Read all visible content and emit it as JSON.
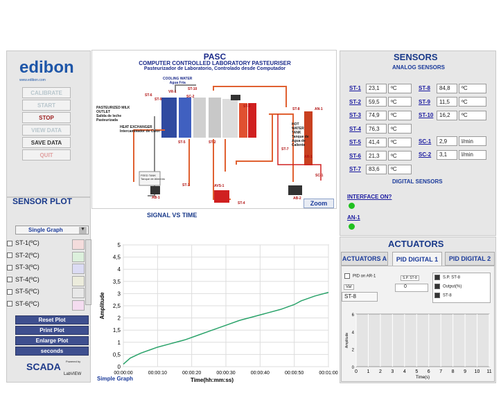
{
  "app": {
    "code": "PASC",
    "title": "COMPUTER CONTROLLED LABORATORY PASTEURISER",
    "subtitle": "Pasteurizador de Laboratorio, Controlado desde Computador",
    "logo": "edibon",
    "website": "www.edibon.com"
  },
  "buttons": [
    "CALIBRATE",
    "START",
    "STOP",
    "VIEW DATA",
    "SAVE DATA",
    "QUIT"
  ],
  "diagram": {
    "cooling_water": "COOLING WATER",
    "cooling_water_es": "Agua Fría",
    "milk_outlet": "PASTEURIZED MILK OUTLET",
    "milk_outlet_es": "Salida de leche Pasteurizada",
    "heat_exchanger": "HEAT EXCHANGER",
    "heat_exchanger_es": "Intercambiador de Calor",
    "hot_tank": "HOT WATER TANK",
    "hot_tank_es": "Tanque de Agua de Caliente",
    "feed_tank": "FEED TANK",
    "feed_tank_es": "Tanque de Alimento",
    "zoom": "Zoom",
    "tags": {
      "st6": "ST-6",
      "st9": "ST-9",
      "vr1": "VR-1",
      "st10": "ST-10",
      "sc2": "SC-2",
      "st3": "ST-3",
      "st8": "ST-8",
      "an1": "AN-1",
      "st7": "ST-7",
      "ar1": "AR-1",
      "st5": "ST-5",
      "st2": "ST-2",
      "st4": "ST-4",
      "st1": "ST-1",
      "ab1": "AB-1",
      "avs1": "AVS-1",
      "sc1": "SC-1",
      "ab2": "AB-2"
    }
  },
  "sensor_plot": {
    "title": "SENSOR PLOT",
    "mode": "Single Graph",
    "series": [
      "ST-1(ºC)",
      "ST-2(ºC)",
      "ST-3(ºC)",
      "ST-4(ºC)",
      "ST-5(ºC)",
      "ST-6(ºC)"
    ],
    "reset": "Reset Plot",
    "print": "Print Plot",
    "enlarge": "Enlarge Plot",
    "units": "seconds"
  },
  "signal_chart": {
    "title": "SIGNAL VS TIME",
    "ylabel": "Amplitude",
    "xlabel": "Time(hh:mm:ss)",
    "footer": "Simple Graph",
    "yticks": [
      "0",
      "0,5",
      "1",
      "1,5",
      "2",
      "2,5",
      "3",
      "3,5",
      "4",
      "4,5",
      "5"
    ],
    "xticks": [
      "00:00:00",
      "00:00:10",
      "00:00:20",
      "00:00:30",
      "00:00:40",
      "00:00:50",
      "00:01:00"
    ]
  },
  "chart_data": {
    "type": "line",
    "ylim": [
      0,
      5
    ],
    "xlim": [
      0,
      60
    ],
    "x": [
      0,
      2,
      5,
      8,
      10,
      14,
      18,
      22,
      26,
      30,
      34,
      38,
      42,
      46,
      50,
      52,
      56,
      60
    ],
    "y": [
      0.1,
      0.35,
      0.55,
      0.7,
      0.8,
      0.95,
      1.1,
      1.3,
      1.5,
      1.7,
      1.9,
      2.05,
      2.2,
      2.35,
      2.55,
      2.7,
      2.9,
      3.05
    ],
    "grid": true,
    "line_color": "#2aa36a"
  },
  "sensors": {
    "title": "SENSORS",
    "analog_title": "ANALOG SENSORS",
    "digital_title": "DIGITAL SENSORS",
    "left": [
      {
        "label": "ST-1",
        "value": "23,1",
        "unit": "ºC"
      },
      {
        "label": "ST-2",
        "value": "59,5",
        "unit": "ºC"
      },
      {
        "label": "ST-3",
        "value": "74,9",
        "unit": "ºC"
      },
      {
        "label": "ST-4",
        "value": "76,3",
        "unit": "ºC"
      },
      {
        "label": "ST-5",
        "value": "41,4",
        "unit": "ºC"
      },
      {
        "label": "ST-6",
        "value": "21,3",
        "unit": "ºC"
      },
      {
        "label": "ST-7",
        "value": "83,6",
        "unit": "ºC"
      }
    ],
    "right": [
      {
        "label": "ST-8",
        "value": "84,8",
        "unit": "ºC"
      },
      {
        "label": "ST-9",
        "value": "11,5",
        "unit": "ºC"
      },
      {
        "label": "ST-10",
        "value": "16,2",
        "unit": "ºC"
      }
    ],
    "flow": [
      {
        "label": "SC-1",
        "value": "2,9",
        "unit": "l/min"
      },
      {
        "label": "SC-2",
        "value": "3,1",
        "unit": "l/min"
      }
    ],
    "digital": [
      {
        "label": "INTERFACE ON?"
      },
      {
        "label": "AN-1"
      }
    ]
  },
  "actuators": {
    "title": "ACTUATORS",
    "tabs": [
      "ACTUATORS A",
      "PID DIGITAL 1",
      "PID DIGITAL 2"
    ],
    "pid_label": "PID on AR-1",
    "var_label": "Var",
    "var_value": "ST-8",
    "sp_label": "S.P. ST-8",
    "sp_value": "0",
    "legend": [
      "S.P. ST-8",
      "Output(%)",
      "ST-8"
    ],
    "ylabel": "Amplitude",
    "xlabel": "Time(s)",
    "yticks": [
      "0",
      "2",
      "4",
      "6"
    ],
    "xticks": [
      "0",
      "1",
      "2",
      "3",
      "4",
      "5",
      "6",
      "7",
      "8",
      "9",
      "10",
      "11"
    ]
  },
  "footer": {
    "scada": "SCADA",
    "powered": "Powered by",
    "labview": "LabVIEW"
  }
}
